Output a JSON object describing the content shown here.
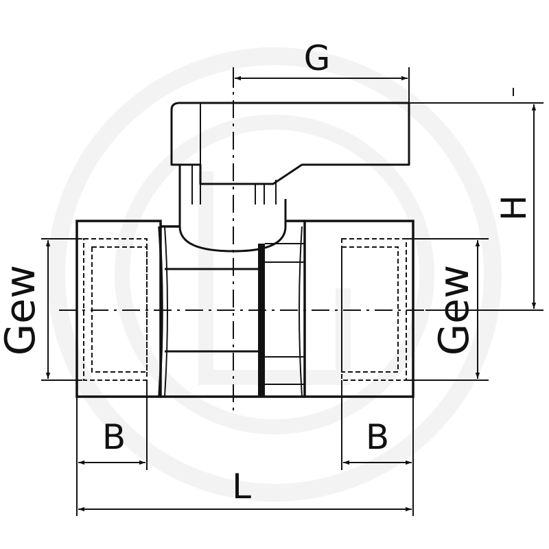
{
  "drawing": {
    "labels": {
      "G": "G",
      "H": "H",
      "L": "L",
      "B_left": "B",
      "B_right": "B",
      "Gew_left": "Gew",
      "Gew_right": "Gew"
    },
    "colors": {
      "line": "#111111",
      "watermark": "#f2f2f2",
      "background": "#ffffff"
    },
    "watermark_icon": "circular-logo-watermark"
  }
}
